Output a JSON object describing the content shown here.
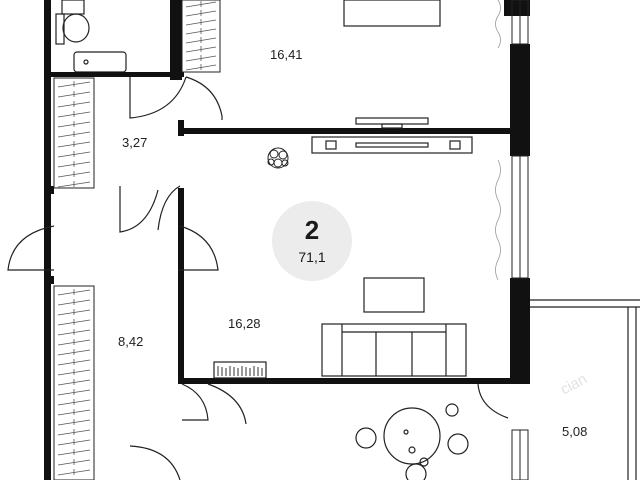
{
  "plan": {
    "rooms": [
      {
        "id": "bedroom",
        "area": "16,41"
      },
      {
        "id": "hall",
        "area": "3,27"
      },
      {
        "id": "living",
        "area": "16,28"
      },
      {
        "id": "corridor",
        "area": "8,42"
      },
      {
        "id": "balcony",
        "area": "5,08"
      }
    ],
    "badge": {
      "rooms": "2",
      "total_area": "71,1"
    },
    "watermark": "cian"
  },
  "colors": {
    "wall": "#111111",
    "line": "#222222",
    "badge_bg": "#ececec",
    "background": "#ffffff"
  }
}
